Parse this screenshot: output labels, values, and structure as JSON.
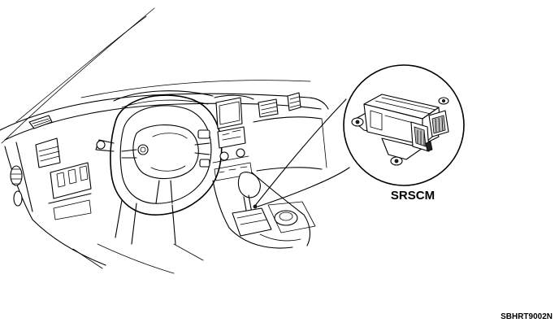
{
  "callout": {
    "component_label": "SRSCM"
  },
  "figure": {
    "code": "SBHRT9002N"
  },
  "icons": {
    "module": "srscm-module-icon",
    "interior": "dashboard-interior-illustration"
  }
}
